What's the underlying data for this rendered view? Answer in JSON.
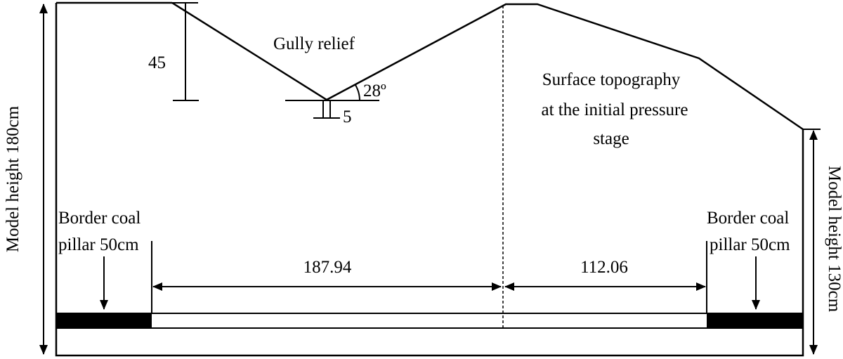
{
  "labels": {
    "gully_relief": "Gully relief",
    "dim_45": "45",
    "dim_5": "5",
    "angle": "28º",
    "surface_line1": "Surface topography",
    "surface_line2": "at the initial pressure",
    "surface_line3": "stage",
    "left_pillar_line1": "Border coal",
    "left_pillar_line2": "pillar 50cm",
    "right_pillar_line1": "Border coal",
    "right_pillar_line2": "pillar 50cm",
    "dim_left_span": "187.94",
    "dim_right_span": "112.06",
    "left_height": "Model height 180cm",
    "right_height": "Model height 130cm"
  }
}
